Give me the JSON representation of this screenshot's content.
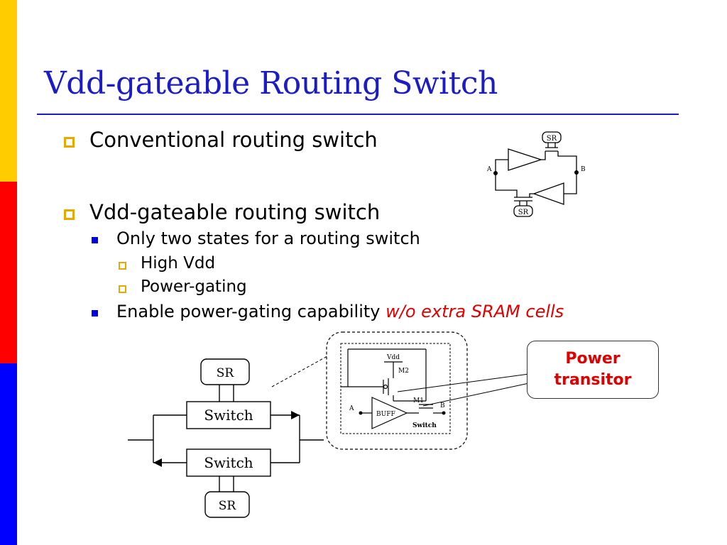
{
  "slide": {
    "title": "Vdd-gateable Routing Switch",
    "bullets": {
      "b1": "Conventional routing switch",
      "b2": "Vdd-gateable routing switch",
      "b2_1": "Only two states for a routing switch",
      "b2_1_1": "High Vdd",
      "b2_1_2": "Power-gating",
      "b2_2_prefix": "Enable power-gating capability ",
      "b2_2_emph": "w/o extra SRAM cells"
    }
  },
  "diagram_top": {
    "sr_top": "SR",
    "sr_bottom": "SR",
    "node_a": "A",
    "node_b": "B"
  },
  "diagram_bottom": {
    "sr_top": "SR",
    "switch_top": "Switch",
    "switch_bottom": "Switch",
    "sr_bottom": "SR"
  },
  "diagram_detail": {
    "vdd": "Vdd",
    "m2": "M2",
    "m1": "M1",
    "buff": "BUFF",
    "node_a": "A",
    "node_b": "B",
    "switch": "Switch"
  },
  "callout": {
    "line1": "Power",
    "line2": "transitor"
  }
}
